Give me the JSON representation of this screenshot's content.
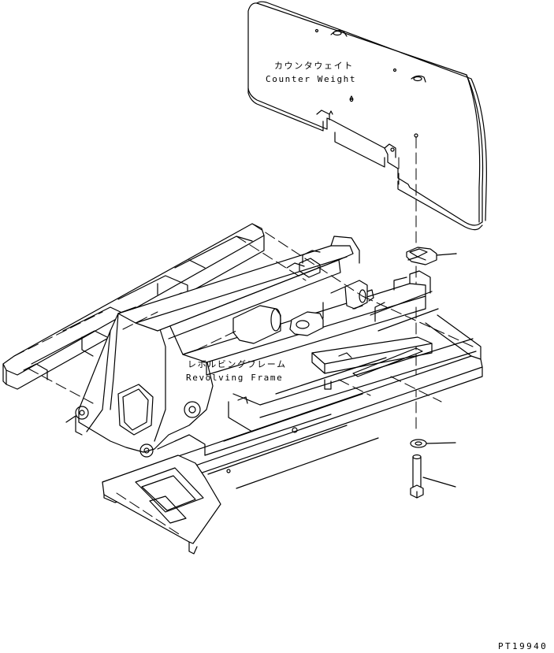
{
  "parts": {
    "counterweight": {
      "label_jp": "カウンタウェイト",
      "label_en": "Counter Weight"
    },
    "revolving_frame": {
      "label_jp": "レボルビングフレーム",
      "label_en": "Revolving Frame"
    }
  },
  "figure_code": "PT19940"
}
